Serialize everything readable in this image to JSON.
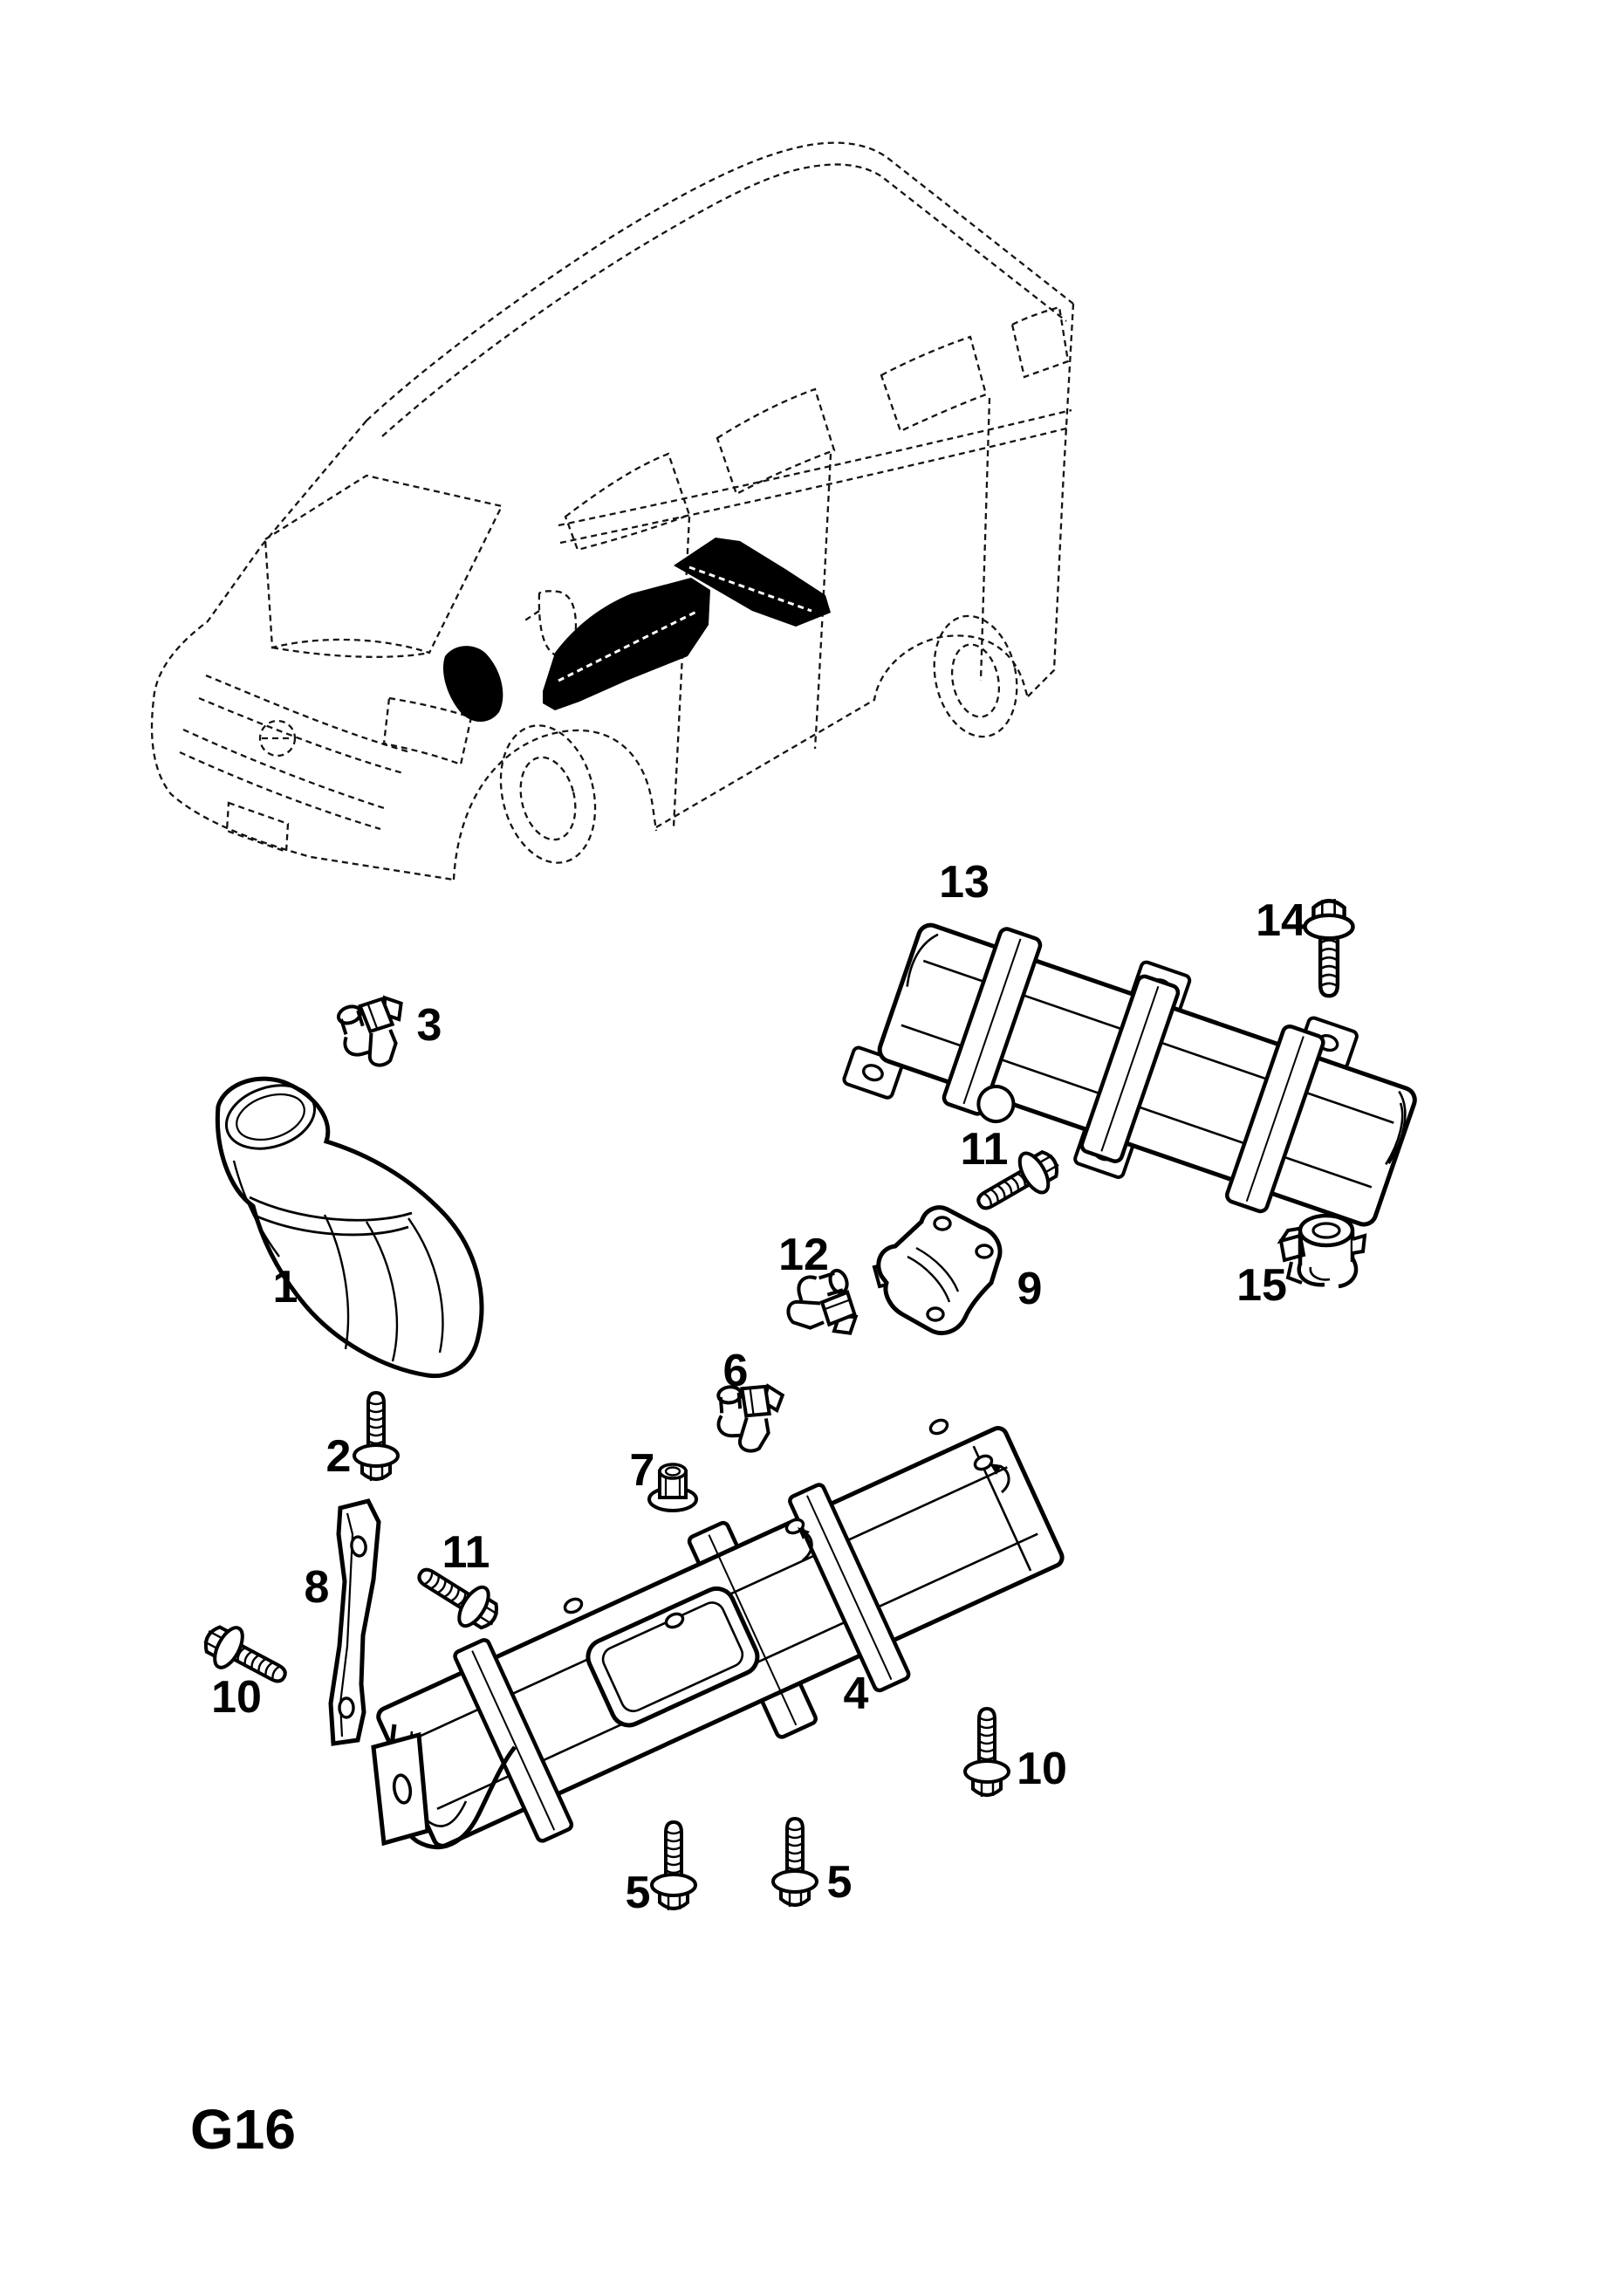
{
  "page": {
    "code": "G16"
  },
  "colors": {
    "ink": "#000000",
    "paper": "#ffffff"
  },
  "callouts": [
    {
      "id": "c13",
      "text": "13"
    },
    {
      "id": "c14",
      "text": "14"
    },
    {
      "id": "c3",
      "text": "3"
    },
    {
      "id": "c1",
      "text": "1"
    },
    {
      "id": "c11a",
      "text": "11"
    },
    {
      "id": "c12",
      "text": "12"
    },
    {
      "id": "c9",
      "text": "9"
    },
    {
      "id": "c15",
      "text": "15"
    },
    {
      "id": "c6",
      "text": "6"
    },
    {
      "id": "c2",
      "text": "2"
    },
    {
      "id": "c7",
      "text": "7"
    },
    {
      "id": "c8",
      "text": "8"
    },
    {
      "id": "c11b",
      "text": "11"
    },
    {
      "id": "c10a",
      "text": "10"
    },
    {
      "id": "c4",
      "text": "4"
    },
    {
      "id": "c10b",
      "text": "10"
    },
    {
      "id": "c5a",
      "text": "5"
    },
    {
      "id": "c5b",
      "text": "5"
    }
  ]
}
